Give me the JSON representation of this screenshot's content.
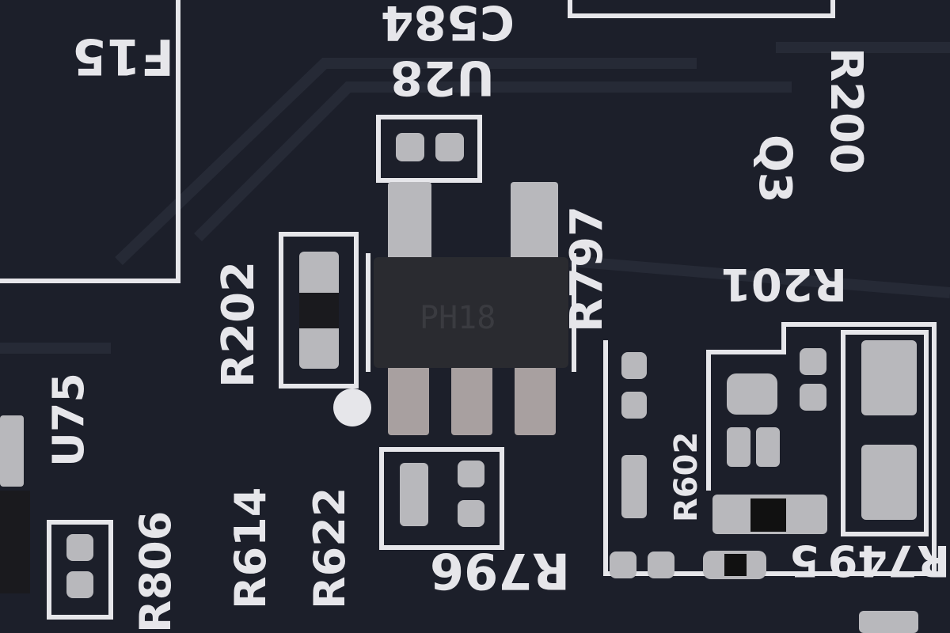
{
  "board": {
    "chip_marking": "PH18",
    "labels": {
      "f15": "F15",
      "c584": "C584",
      "u28": "U28",
      "r200": "R200",
      "q3": "Q3",
      "r797": "R797",
      "r202": "R202",
      "r201": "R201",
      "r614": "R614",
      "r622": "R622",
      "r796": "R796",
      "u75": "U75",
      "r806": "R806",
      "r602": "R602",
      "r749": "R749",
      "five": "5"
    },
    "colors": {
      "board": "#1c1f2a",
      "silkscreen": "#e6e6ea",
      "chip": "#2a2b30",
      "solder": "#b8b8bc"
    }
  }
}
